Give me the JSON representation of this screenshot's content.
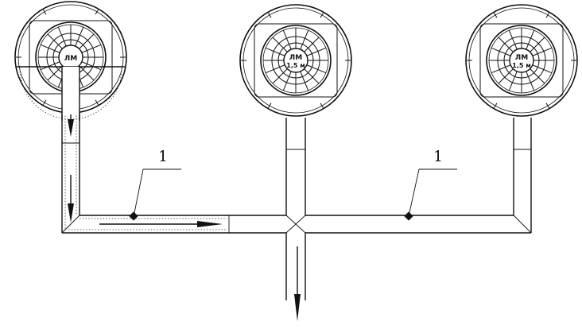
{
  "callouts": [
    {
      "label": "1"
    },
    {
      "label": "1"
    }
  ],
  "manholes": [
    {
      "label_top": "ЛМ",
      "label_bottom": ""
    },
    {
      "label_top": "ЛМ",
      "label_bottom": "1,5 м"
    },
    {
      "label_top": "ЛМ",
      "label_bottom": "1,5 м"
    }
  ],
  "colors": {
    "line": "#111111",
    "background": "#ffffff"
  }
}
